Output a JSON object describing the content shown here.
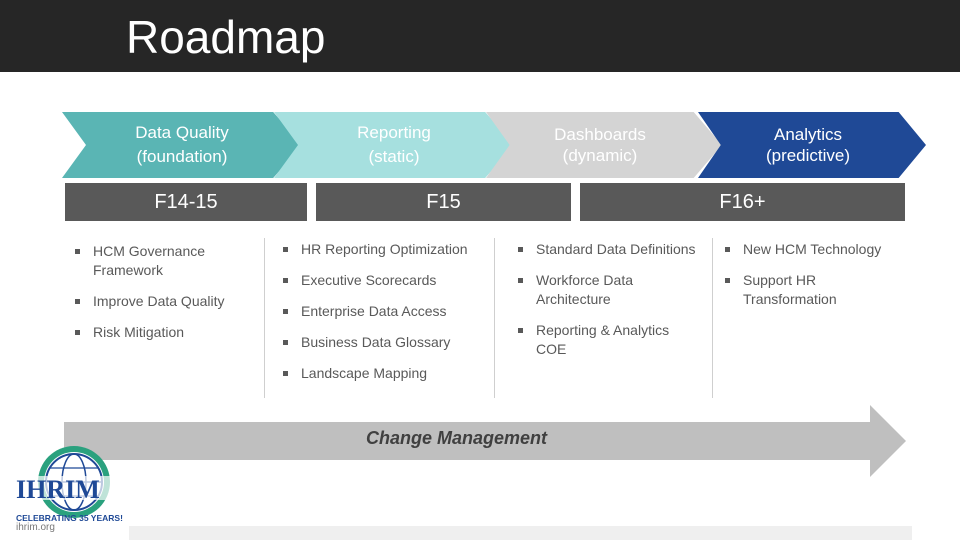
{
  "title": "Roadmap",
  "stages": [
    {
      "line1": "Data Quality",
      "line2": "(foundation)"
    },
    {
      "line1": "Reporting",
      "line2": "(static)"
    },
    {
      "line1": "Dashboards",
      "line2": "(dynamic)"
    },
    {
      "line1": "Analytics",
      "line2": "(predictive)"
    }
  ],
  "phases": [
    "F14-15",
    "F15",
    "F16+"
  ],
  "columns": [
    [
      "HCM Governance Framework",
      "Improve Data Quality",
      "Risk Mitigation"
    ],
    [
      "HR Reporting Optimization",
      "Executive Scorecards",
      "Enterprise Data Access",
      "Business Data Glossary",
      "Landscape Mapping"
    ],
    [
      "Standard Data Definitions",
      "Workforce Data Architecture",
      "Reporting & Analytics COE"
    ],
    [
      "New HCM Technology",
      "Support HR Transformation"
    ]
  ],
  "change_management": "Change Management",
  "logo": {
    "name": "IHRIM",
    "tagline": "CELEBRATING 35 YEARS!",
    "site": "ihrim.org"
  },
  "colors": {
    "header": "#262626",
    "stage1": "#5ab5b4",
    "stage2": "#a6e0df",
    "stage3": "#d4d4d4",
    "stage4": "#1f4996",
    "phase": "#595959",
    "arrow": "#bfbfbf"
  }
}
